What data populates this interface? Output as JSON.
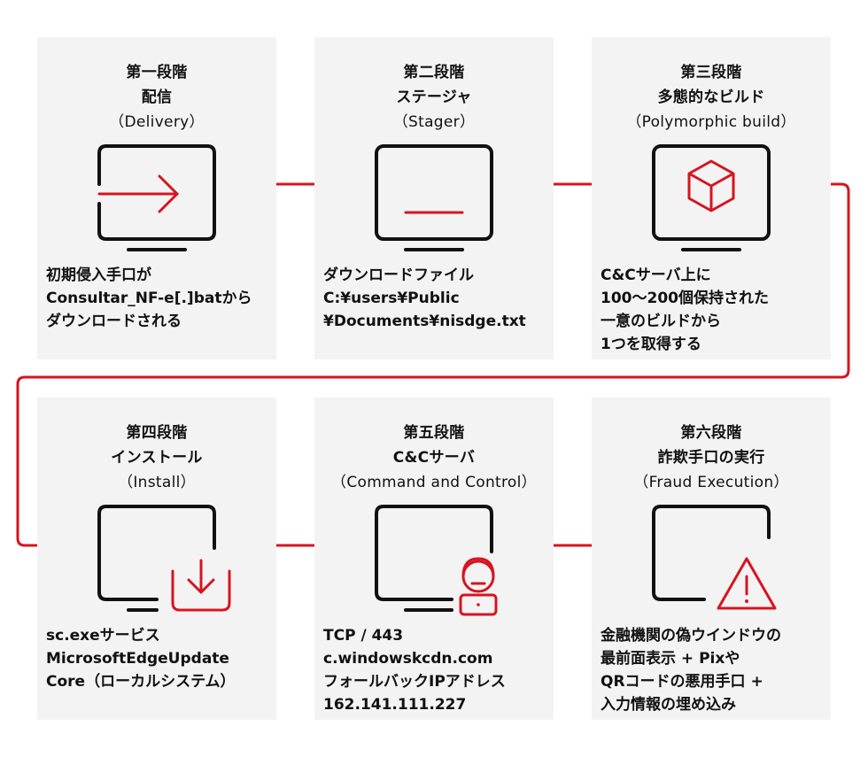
{
  "colors": {
    "accent": "#d7141f",
    "ink": "#111111",
    "card": "#f3f3f3"
  },
  "stages": [
    {
      "title": "第一段階",
      "name": "配信",
      "name_en": "（Delivery）",
      "icon": "enter-icon",
      "desc": [
        "初期侵入手口が",
        "Consultar_NF-e[.]batから",
        "ダウンロードされる"
      ]
    },
    {
      "title": "第二段階",
      "name": "ステージャ",
      "name_en": "（Stager）",
      "icon": "terminal-icon",
      "desc": [
        "ダウンロードファイル",
        "C:¥users¥Public",
        "¥Documents¥nisdge.txt"
      ]
    },
    {
      "title": "第三段階",
      "name": "多態的なビルド",
      "name_en": "（Polymorphic build）",
      "icon": "cube-icon",
      "desc": [
        "C&Cサーバ上に",
        "100〜200個保持された",
        "一意のビルドから",
        "1つを取得する"
      ]
    },
    {
      "title": "第四段階",
      "name": "インストール",
      "name_en": "（Install）",
      "icon": "download-icon",
      "desc": [
        "sc.exeサービス",
        "MicrosoftEdgeUpdate",
        "Core（ローカルシステム）"
      ]
    },
    {
      "title": "第五段階",
      "name": "C&Cサーバ",
      "name_en": "（Command and Control）",
      "icon": "operator-icon",
      "desc": [
        "TCP / 443",
        "c.windowskcdn.com",
        "フォールバックIPアドレス",
        "162.141.111.227"
      ]
    },
    {
      "title": "第六段階",
      "name": "詐欺手口の実行",
      "name_en": "（Fraud Execution）",
      "icon": "warning-icon",
      "desc": [
        "金融機関の偽ウインドウの",
        "最前面表示 + Pixや",
        "QRコードの悪用手口 +",
        "入力情報の埋め込み"
      ]
    }
  ]
}
